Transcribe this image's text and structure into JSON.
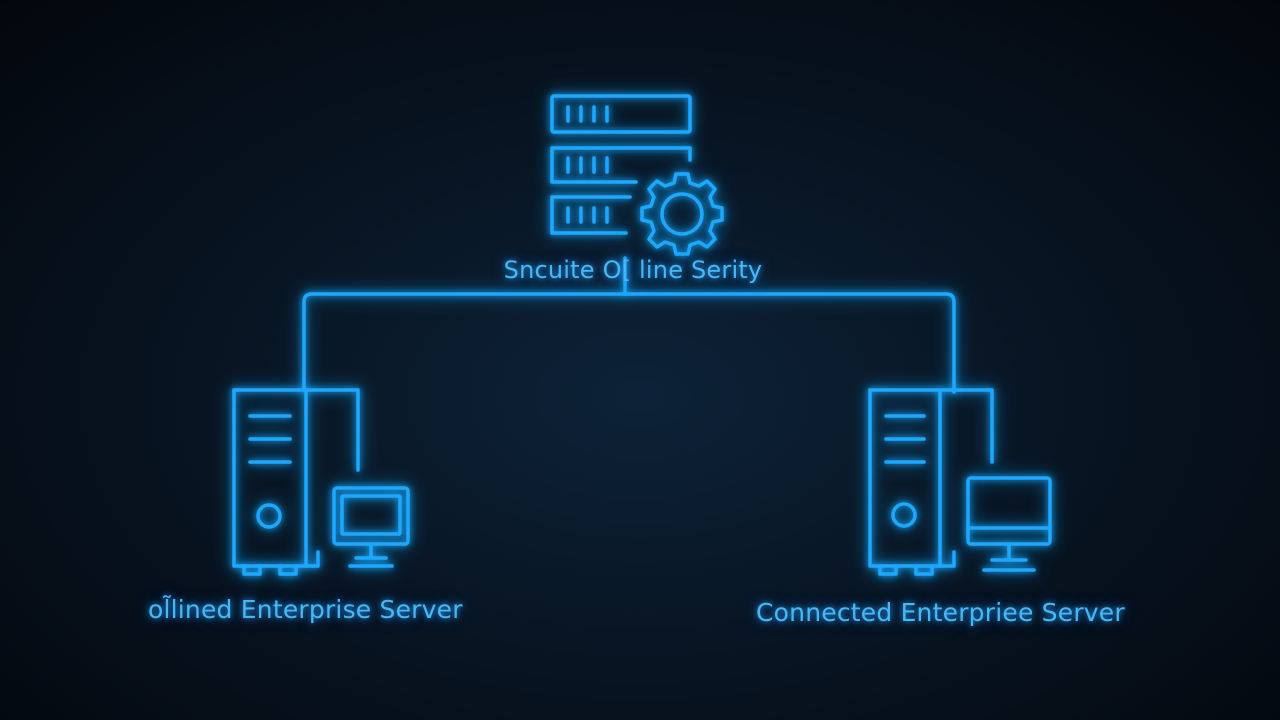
{
  "colors": {
    "accent": "#1fa8ff",
    "glow": "#1a8dff",
    "background": "#06101b"
  },
  "nodes": {
    "top": {
      "label": "Sncuite O[ line Serity",
      "icons": [
        "server-rack-icon",
        "gear-icon"
      ]
    },
    "left": {
      "label": "ol̃lined Enterprise Server",
      "icons": [
        "tower-server-icon",
        "monitor-icon"
      ]
    },
    "right": {
      "label": "Connected Enterpriee Server",
      "icons": [
        "tower-server-icon",
        "monitor-icon"
      ]
    }
  },
  "edges": [
    {
      "from": "top",
      "to": "left"
    },
    {
      "from": "top",
      "to": "right"
    }
  ]
}
